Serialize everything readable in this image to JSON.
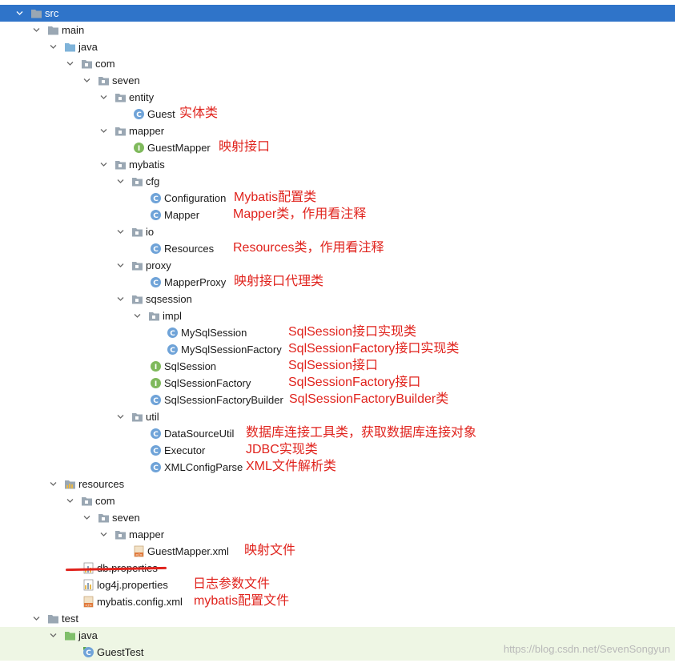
{
  "tree": [
    {
      "label": "src",
      "depth": 0,
      "type": "folder",
      "expanded": true,
      "selected": true
    },
    {
      "label": "main",
      "depth": 1,
      "type": "folder",
      "expanded": true
    },
    {
      "label": "java",
      "depth": 2,
      "type": "src-folder",
      "expanded": true
    },
    {
      "label": "com",
      "depth": 3,
      "type": "package",
      "expanded": true
    },
    {
      "label": "seven",
      "depth": 4,
      "type": "package",
      "expanded": true
    },
    {
      "label": "entity",
      "depth": 5,
      "type": "package",
      "expanded": true
    },
    {
      "label": "Guest",
      "depth": 6,
      "type": "class"
    },
    {
      "label": "mapper",
      "depth": 5,
      "type": "package",
      "expanded": true
    },
    {
      "label": "GuestMapper",
      "depth": 6,
      "type": "interface"
    },
    {
      "label": "mybatis",
      "depth": 5,
      "type": "package",
      "expanded": true
    },
    {
      "label": "cfg",
      "depth": 6,
      "type": "package",
      "expanded": true
    },
    {
      "label": "Configuration",
      "depth": 7,
      "type": "class"
    },
    {
      "label": "Mapper",
      "depth": 7,
      "type": "class"
    },
    {
      "label": "io",
      "depth": 6,
      "type": "package",
      "expanded": true
    },
    {
      "label": "Resources",
      "depth": 7,
      "type": "class"
    },
    {
      "label": "proxy",
      "depth": 6,
      "type": "package",
      "expanded": true
    },
    {
      "label": "MapperProxy",
      "depth": 7,
      "type": "class"
    },
    {
      "label": "sqsession",
      "depth": 6,
      "type": "package",
      "expanded": true
    },
    {
      "label": "impl",
      "depth": 7,
      "type": "package",
      "expanded": true
    },
    {
      "label": "MySqlSession",
      "depth": 8,
      "type": "class"
    },
    {
      "label": "MySqlSessionFactory",
      "depth": 8,
      "type": "class"
    },
    {
      "label": "SqlSession",
      "depth": 7,
      "type": "interface"
    },
    {
      "label": "SqlSessionFactory",
      "depth": 7,
      "type": "interface"
    },
    {
      "label": "SqlSessionFactoryBuilder",
      "depth": 7,
      "type": "class"
    },
    {
      "label": "util",
      "depth": 6,
      "type": "package",
      "expanded": true
    },
    {
      "label": "DataSourceUtil",
      "depth": 7,
      "type": "class"
    },
    {
      "label": "Executor",
      "depth": 7,
      "type": "class"
    },
    {
      "label": "XMLConfigParse",
      "depth": 7,
      "type": "class"
    },
    {
      "label": "resources",
      "depth": 2,
      "type": "res-folder",
      "expanded": true
    },
    {
      "label": "com",
      "depth": 3,
      "type": "package",
      "expanded": true
    },
    {
      "label": "seven",
      "depth": 4,
      "type": "package",
      "expanded": true
    },
    {
      "label": "mapper",
      "depth": 5,
      "type": "package",
      "expanded": true
    },
    {
      "label": "GuestMapper.xml",
      "depth": 6,
      "type": "xml"
    },
    {
      "label": "db.properties",
      "depth": 3,
      "type": "properties"
    },
    {
      "label": "log4j.properties",
      "depth": 3,
      "type": "properties"
    },
    {
      "label": "mybatis.config.xml",
      "depth": 3,
      "type": "xml"
    },
    {
      "label": "test",
      "depth": 1,
      "type": "folder",
      "expanded": true
    },
    {
      "label": "java",
      "depth": 2,
      "type": "test-folder",
      "expanded": true,
      "testbg": true
    },
    {
      "label": "GuestTest",
      "depth": 3,
      "type": "test-class",
      "testbg": true
    }
  ],
  "annotations": [
    {
      "text": "实体类",
      "row": 6,
      "col": 224
    },
    {
      "text": "映射接口",
      "row": 8,
      "col": 273
    },
    {
      "text": "Mybatis配置类",
      "row": 11,
      "col": 292
    },
    {
      "text": "Mapper类，作用看注释",
      "row": 12,
      "col": 291
    },
    {
      "text": "Resources类，作用看注释",
      "row": 14,
      "col": 291
    },
    {
      "text": "映射接口代理类",
      "row": 16,
      "col": 292
    },
    {
      "text": "SqlSession接口实现类",
      "row": 19,
      "col": 360
    },
    {
      "text": "SqlSessionFactory接口实现类",
      "row": 20,
      "col": 360
    },
    {
      "text": "SqlSession接口",
      "row": 21,
      "col": 360
    },
    {
      "text": "SqlSessionFactory接口",
      "row": 22,
      "col": 360
    },
    {
      "text": "SqlSessionFactoryBuilder类",
      "row": 23,
      "col": 361
    },
    {
      "text": "数据库连接工具类，获取数据库连接对象",
      "row": 25,
      "col": 307
    },
    {
      "text": "JDBC实现类",
      "row": 26,
      "col": 307
    },
    {
      "text": "XML文件解析类",
      "row": 27,
      "col": 307
    },
    {
      "text": "映射文件",
      "row": 32,
      "col": 305
    },
    {
      "text": "日志参数文件",
      "row": 34,
      "col": 241
    },
    {
      "text": "mybatis配置文件",
      "row": 35,
      "col": 242
    }
  ],
  "watermark": "https://blog.csdn.net/SevenSongyun",
  "colors": {
    "selection": "#2f74c9",
    "annotation": "#e0231d",
    "folder": "#9aa7b3",
    "src_folder": "#7fb3d9",
    "test_folder": "#7fbf6a",
    "class_icon": "#6fa3d8",
    "interface_icon": "#7fb95c"
  }
}
